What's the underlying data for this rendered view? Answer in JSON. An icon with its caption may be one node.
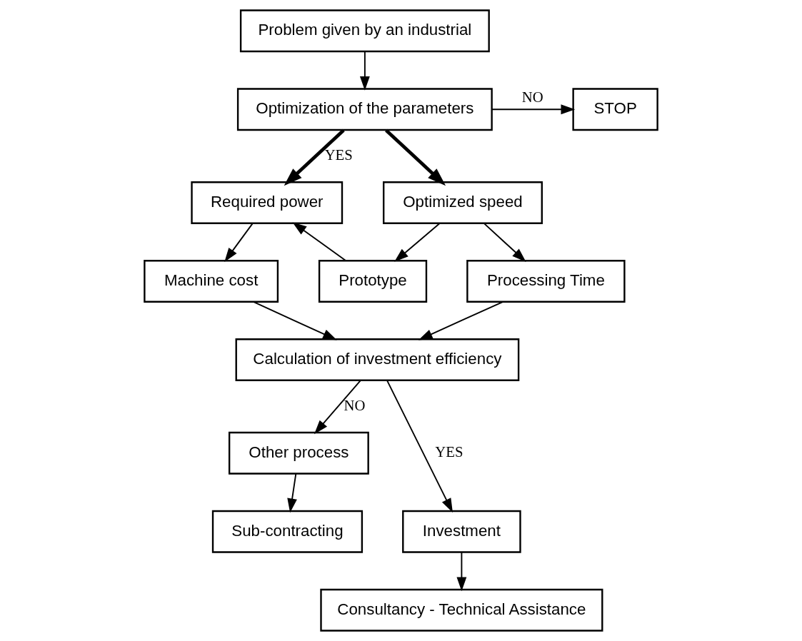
{
  "diagram": {
    "nodes": [
      {
        "text": [
          "Problem given by an industrial"
        ]
      },
      {
        "text": [
          "Optimization of the parameters"
        ]
      },
      {
        "text": [
          "STOP"
        ]
      },
      {
        "text": [
          "Required power"
        ]
      },
      {
        "text": [
          "Optimized speed"
        ]
      },
      {
        "text": [
          "Prototype"
        ]
      },
      {
        "text": [
          "Machine cost"
        ]
      },
      {
        "text": [
          "Processing Time"
        ]
      },
      {
        "text": [
          "Calculation of investment efficiency"
        ]
      },
      {
        "text": [
          "Other process"
        ]
      },
      {
        "text": [
          "Investment"
        ]
      },
      {
        "text": [
          "Sub-contracting"
        ]
      },
      {
        "text": [
          "Consultancy - Technical Assistance"
        ]
      }
    ],
    "edges": [
      {
        "from": 0,
        "to": 1,
        "arrow": "to"
      },
      {
        "from": 1,
        "to": 2,
        "label": "NO",
        "arrow": "to"
      },
      {
        "from": 1,
        "to": 3,
        "label": "YES",
        "arrow": "to",
        "style": "thick"
      },
      {
        "from": 1,
        "to": 4,
        "arrow": "to",
        "style": "thick"
      },
      {
        "from": 4,
        "to": 5,
        "arrow": "to"
      },
      {
        "from": 5,
        "to": 3,
        "arrow": "to"
      },
      {
        "from": 3,
        "to": 6,
        "arrow": "to"
      },
      {
        "from": 4,
        "to": 7,
        "arrow": "to"
      },
      {
        "from": 6,
        "to": 8,
        "arrow": "to"
      },
      {
        "from": 7,
        "to": 8,
        "arrow": "to"
      },
      {
        "from": 8,
        "to": 10,
        "label": "YES",
        "arrow": "to"
      },
      {
        "from": 8,
        "to": 9,
        "label": "NO",
        "arrow": "to"
      },
      {
        "from": 9,
        "to": 11,
        "arrow": "to"
      },
      {
        "from": 10,
        "to": 12,
        "arrow": "to"
      }
    ]
  }
}
